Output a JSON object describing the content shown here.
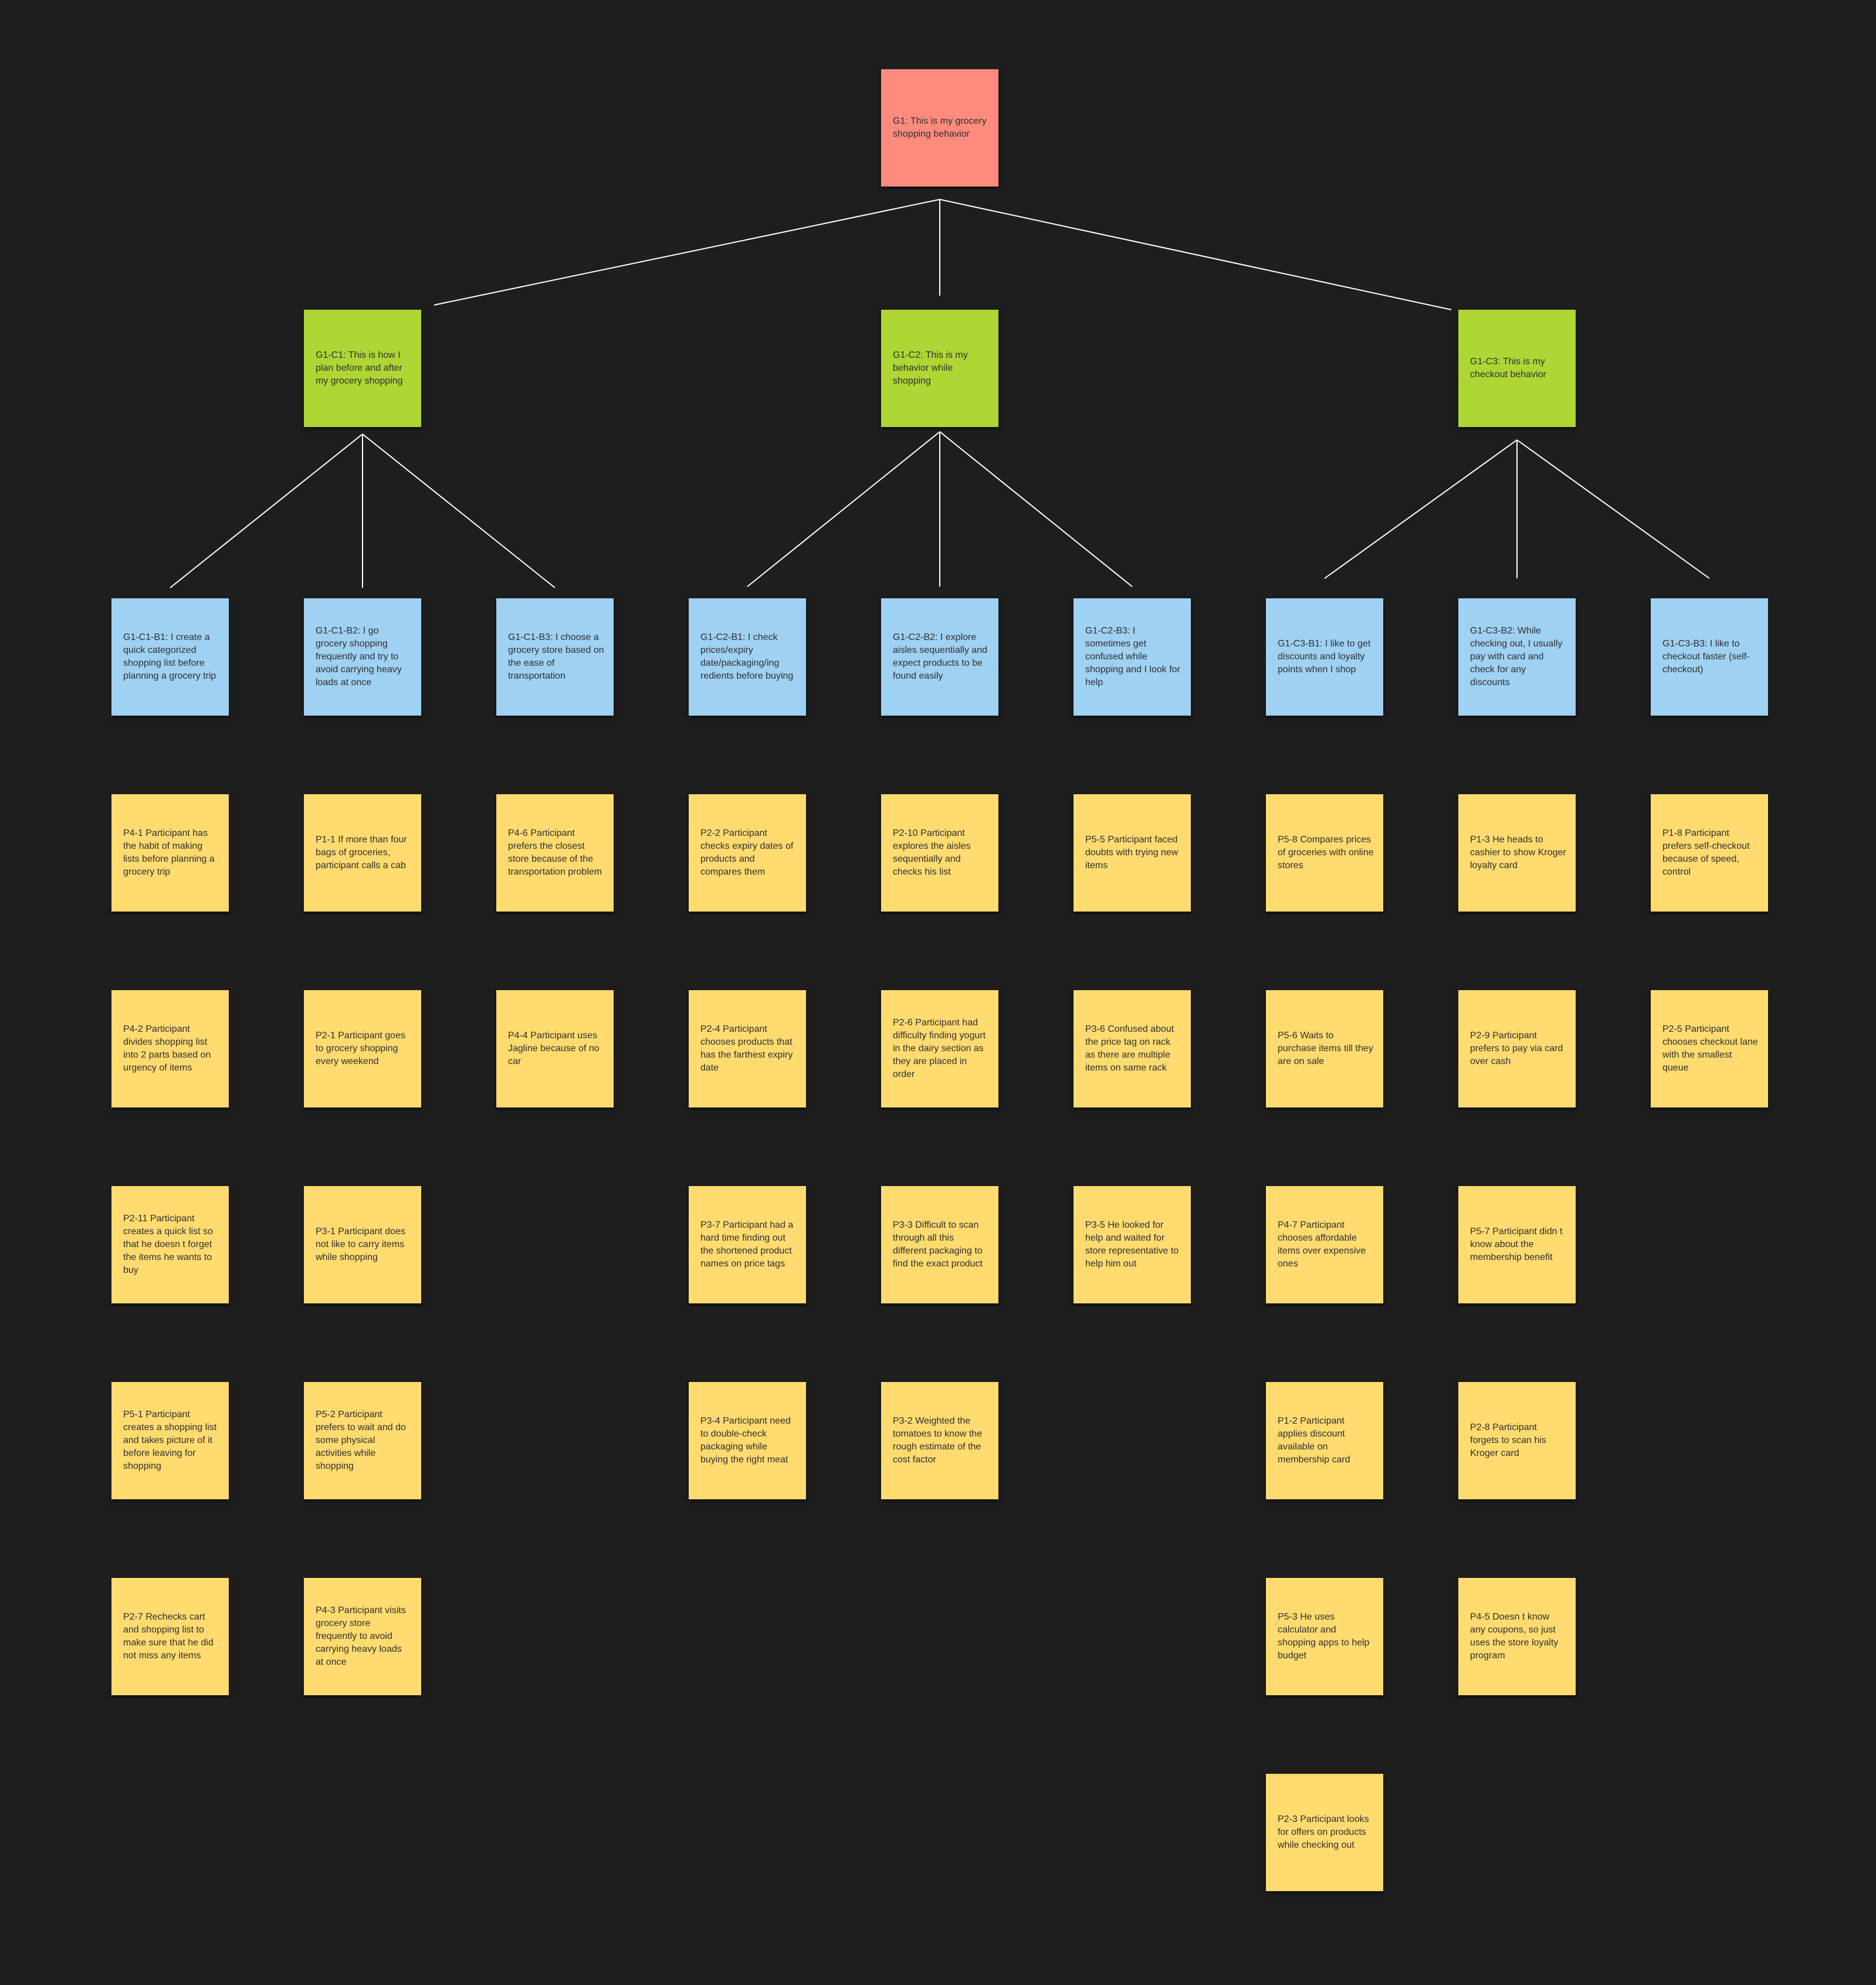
{
  "colors": {
    "background": "#1e1e1e",
    "root": "#ff8b7f",
    "cluster": "#aed634",
    "theme": "#9fd1f2",
    "note": "#ffdb70",
    "connector": "#ffffff"
  },
  "root": {
    "label": "G1: This is my grocery shopping behavior"
  },
  "clusters": [
    {
      "label": "G1-C1: This is how I plan before and after my grocery shopping",
      "themes": [
        {
          "label": "G1-C1-B1: I create a quick categorized shopping list before planning a grocery trip",
          "notes": [
            "P4-1 Participant has the habit of making lists before planning a grocery trip",
            "P4-2 Participant divides shopping list into 2 parts based on urgency of items",
            "P2-11 Participant creates a quick list so that he doesn t forget the items he wants to buy",
            "P5-1 Participant creates a shopping list and takes picture of it before leaving for shopping",
            "P2-7 Rechecks cart and shopping list to make sure that he did not miss any items"
          ]
        },
        {
          "label": "G1-C1-B2: I go grocery shopping frequently and try to avoid carrying heavy loads at once",
          "notes": [
            "P1-1 If more than four bags of groceries, participant calls a cab",
            "P2-1 Participant goes to grocery shopping every weekend",
            "P3-1 Participant does not like to carry items while shopping",
            "P5-2 Participant prefers to wait and do some physical activities while shopping",
            "P4-3 Participant visits grocery store frequently to avoid carrying heavy loads at once"
          ]
        },
        {
          "label": "G1-C1-B3: I choose a grocery store based on the ease of transportation",
          "notes": [
            "P4-6 Participant prefers the closest store because of the transportation problem",
            "P4-4 Participant uses Jagline because of no car"
          ]
        }
      ]
    },
    {
      "label": "G1-C2: This is my behavior while shopping",
      "themes": [
        {
          "label": "G1-C2-B1: I check prices/expiry date/packaging/ing redients before buying",
          "notes": [
            "P2-2 Participant checks expiry dates of products and compares them",
            "P2-4 Participant chooses products that has the farthest expiry date",
            "P3-7 Participant had a hard time finding out the shortened product names on price tags",
            "P3-4 Participant need to double-check packaging while buying the right meat"
          ]
        },
        {
          "label": "G1-C2-B2: I explore aisles sequentially and expect products to be found easily",
          "notes": [
            "P2-10 Participant explores the aisles sequentially and checks his list",
            "P2-6 Participant had difficulty finding yogurt in the dairy section as they are placed in order",
            "P3-3 Difficult to scan through all this different packaging to find the exact product",
            "P3-2 Weighted the tomatoes to know the rough estimate of the cost factor"
          ]
        },
        {
          "label": "G1-C2-B3: I sometimes get confused while shopping and I look for help",
          "notes": [
            "P5-5 Participant faced doubts with trying new items",
            "P3-6 Confused about the price tag on rack as there are multiple items on same rack",
            "P3-5 He looked for help and waited for store representative to help him out"
          ]
        }
      ]
    },
    {
      "label": "G1-C3: This is my checkout behavior",
      "themes": [
        {
          "label": "G1-C3-B1: I like to get discounts and loyalty points when I shop",
          "notes": [
            "P5-8 Compares prices of groceries with online stores",
            "P5-6 Waits to purchase items till they are on sale",
            "P4-7 Participant chooses affordable items over expensive ones",
            "P1-2 Participant applies discount available on membership card",
            "P5-3 He uses calculator and shopping apps to help budget",
            "P2-3 Participant looks for offers on products while checking out"
          ]
        },
        {
          "label": "G1-C3-B2: While checking out, I usually pay with card and check for any discounts",
          "notes": [
            "P1-3 He heads to cashier to show Kroger loyalty card",
            "P2-9 Participant prefers to pay via card over cash",
            "P5-7 Participant didn t know about the membership benefit",
            "P2-8 Participant forgets to scan his Kroger card",
            "P4-5 Doesn t know any coupons, so just uses the store loyalty program"
          ]
        },
        {
          "label": "G1-C3-B3: I like to checkout faster (self-checkout)",
          "notes": [
            "P1-8 Participant prefers self-checkout because of speed, control",
            "P2-5 Participant chooses checkout lane with the smallest queue"
          ]
        }
      ]
    }
  ]
}
